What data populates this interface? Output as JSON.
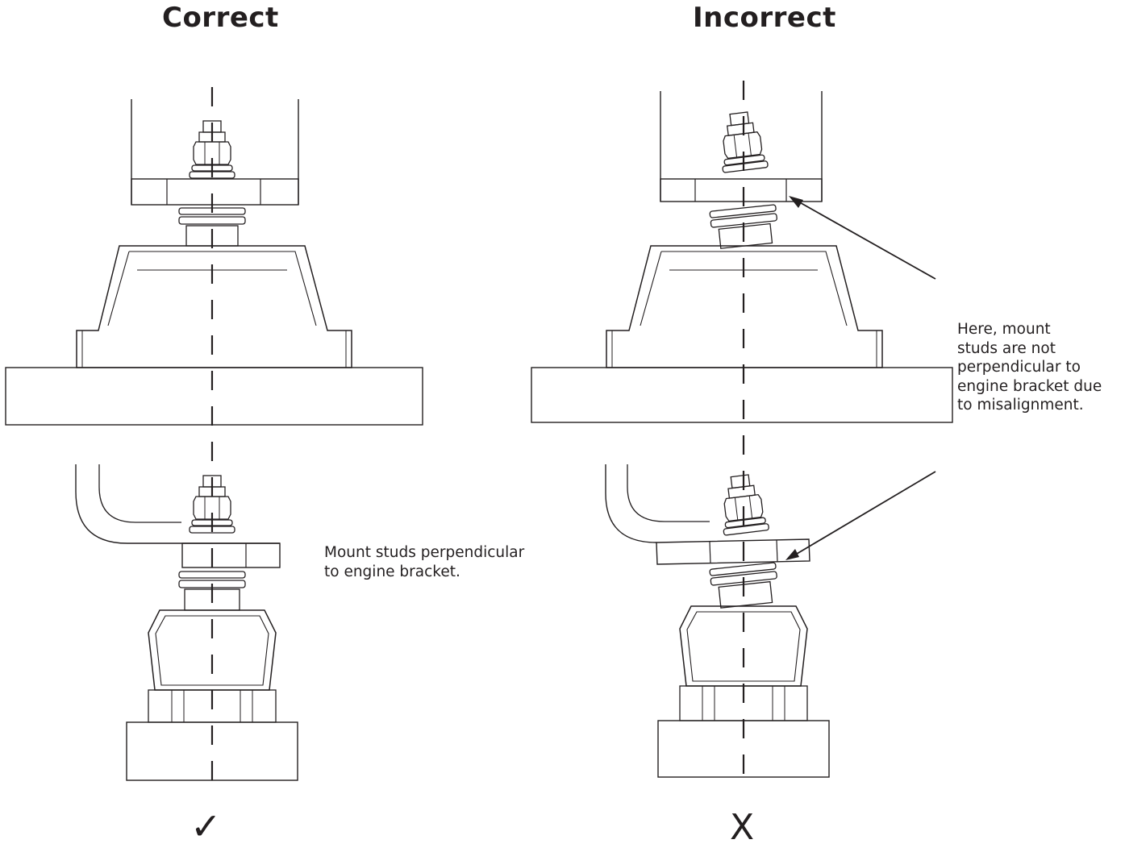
{
  "headings": {
    "correct": "Correct",
    "incorrect": "Incorrect"
  },
  "notes": {
    "correct_lines": [
      "Mount studs perpendicular",
      "to engine bracket."
    ],
    "incorrect_lines": [
      "Here, mount",
      "studs are not",
      "perpendicular to",
      "engine bracket due",
      "to misalignment."
    ]
  },
  "marks": {
    "correct": "✓",
    "incorrect": "X"
  },
  "colors": {
    "line": "#231f20",
    "background": "#ffffff"
  }
}
